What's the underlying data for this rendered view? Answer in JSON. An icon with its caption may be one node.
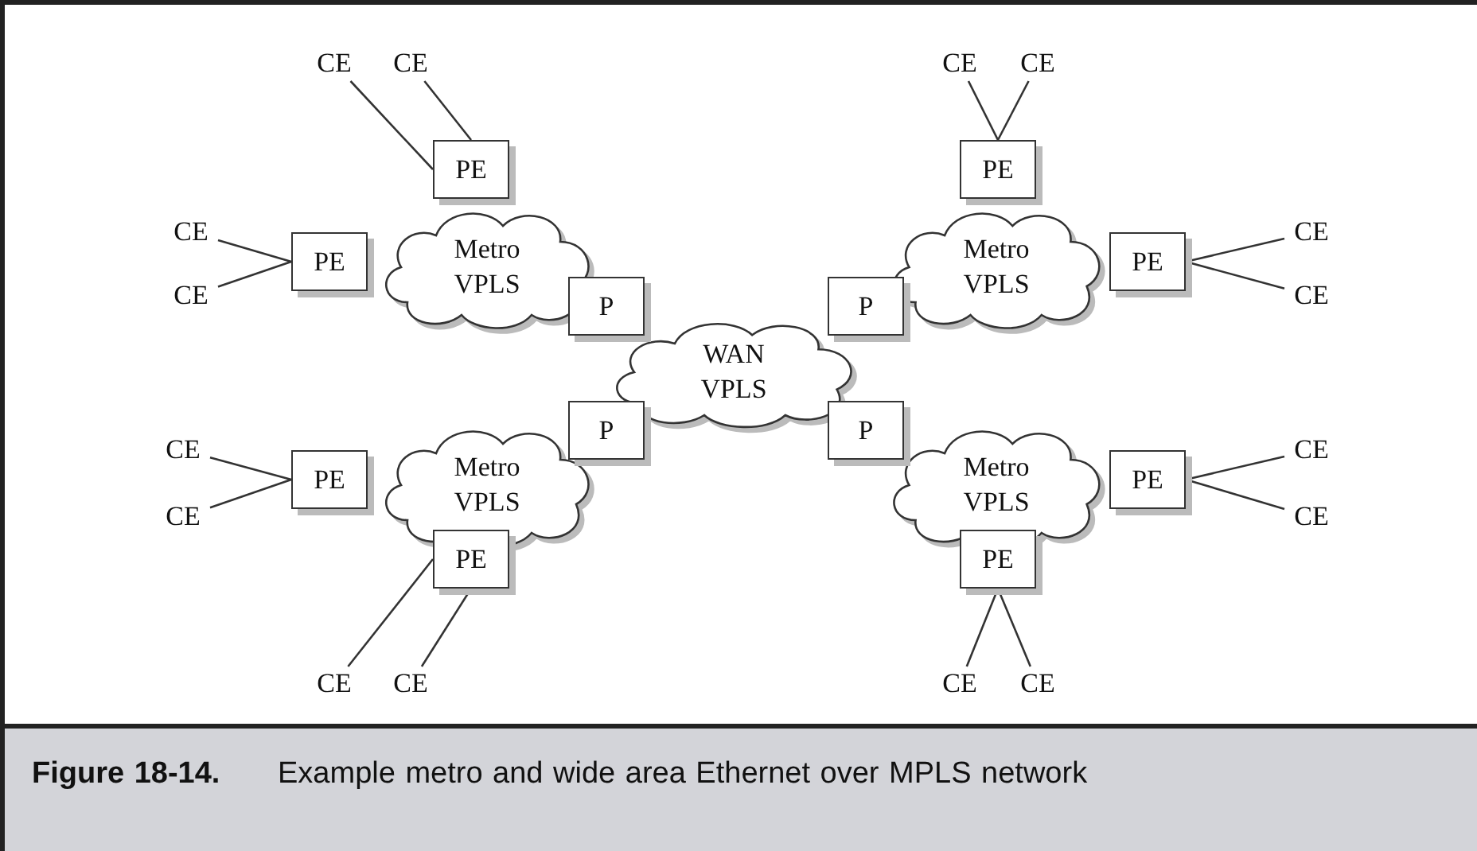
{
  "diagram": {
    "caption": "**Figure 18-14.** Example metro and wide area Ethernet over MPLS network",
    "nodes": [
      {
        "text": [
          "CE"
        ]
      },
      {
        "text": [
          "CE"
        ]
      },
      {
        "text": [
          "CE"
        ]
      },
      {
        "text": [
          "CE"
        ]
      },
      {
        "text": [
          "PE"
        ]
      },
      {
        "text": [
          "PE"
        ]
      },
      {
        "text": [
          "CE"
        ]
      },
      {
        "text": [
          "PE"
        ]
      },
      {
        "text": [
          "Metro VPLS"
        ]
      },
      {
        "text": [
          "Metro VPLS"
        ]
      },
      {
        "text": [
          "PE"
        ]
      },
      {
        "text": [
          "CE"
        ]
      },
      {
        "text": [
          "CE"
        ]
      },
      {
        "text": [
          "CE"
        ]
      },
      {
        "text": [
          "P"
        ]
      },
      {
        "text": [
          "P"
        ]
      },
      {
        "text": [
          "WAN VPLS"
        ]
      },
      {
        "text": [
          "P"
        ]
      },
      {
        "text": [
          "P"
        ]
      },
      {
        "text": [
          "CE"
        ]
      },
      {
        "text": [
          "PE"
        ]
      },
      {
        "text": [
          "Metro VPLS"
        ]
      },
      {
        "text": [
          "Metro VPLS"
        ]
      },
      {
        "text": [
          "PE"
        ]
      },
      {
        "text": [
          "CE"
        ]
      },
      {
        "text": [
          "CE"
        ]
      },
      {
        "text": [
          "CE"
        ]
      },
      {
        "text": [
          "PE"
        ]
      },
      {
        "text": [
          "PE"
        ]
      },
      {
        "text": [
          "CE"
        ]
      },
      {
        "text": [
          "CE"
        ]
      },
      {
        "text": [
          "CE"
        ]
      },
      {
        "text": [
          "CE"
        ]
      }
    ],
    "edges": [
      {
        "from": 0,
        "to": 4,
        "arrow": "none"
      },
      {
        "from": 1,
        "to": 4,
        "arrow": "none"
      },
      {
        "from": 2,
        "to": 5,
        "arrow": "none"
      },
      {
        "from": 3,
        "to": 5,
        "arrow": "none"
      },
      {
        "from": 6,
        "to": 7,
        "arrow": "none"
      },
      {
        "from": 12,
        "to": 7,
        "arrow": "none"
      },
      {
        "from": 11,
        "to": 10,
        "arrow": "none"
      },
      {
        "from": 13,
        "to": 10,
        "arrow": "none"
      },
      {
        "from": 19,
        "to": 20,
        "arrow": "none"
      },
      {
        "from": 25,
        "to": 20,
        "arrow": "none"
      },
      {
        "from": 24,
        "to": 23,
        "arrow": "none"
      },
      {
        "from": 26,
        "to": 23,
        "arrow": "none"
      },
      {
        "from": 29,
        "to": 27,
        "arrow": "none"
      },
      {
        "from": 30,
        "to": 27,
        "arrow": "none"
      },
      {
        "from": 31,
        "to": 28,
        "arrow": "none"
      },
      {
        "from": 32,
        "to": 28,
        "arrow": "none"
      }
    ]
  }
}
